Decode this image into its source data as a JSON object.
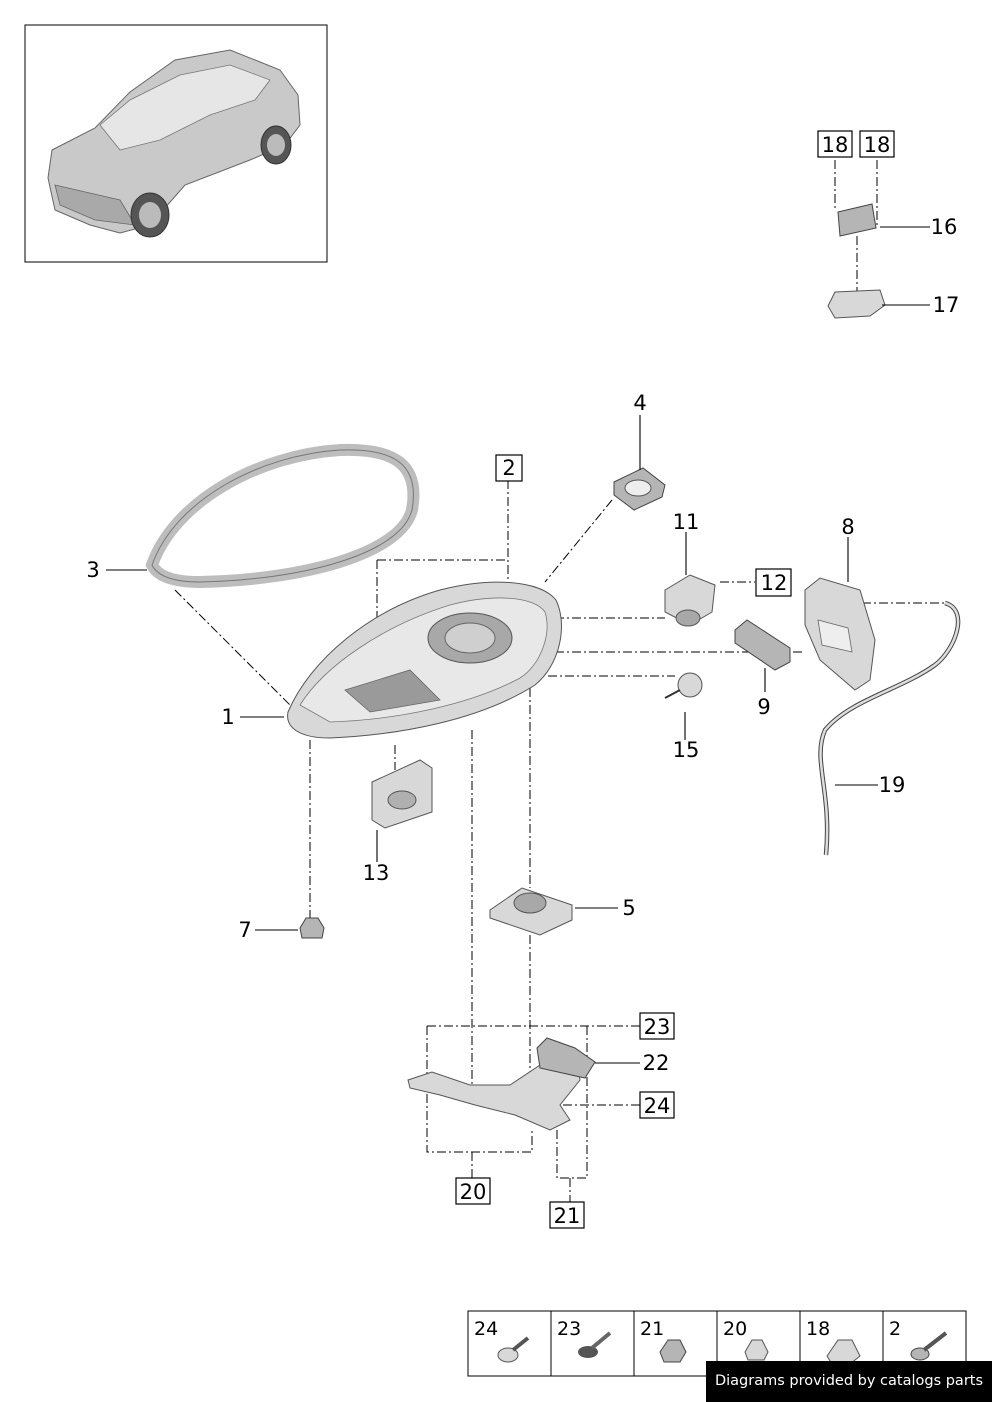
{
  "callouts": {
    "c1": "1",
    "c2": "2",
    "c3": "3",
    "c4": "4",
    "c5": "5",
    "c7": "7",
    "c8": "8",
    "c9": "9",
    "c11": "11",
    "c12": "12",
    "c13": "13",
    "c15": "15",
    "c16": "16",
    "c17": "17",
    "c18a": "18",
    "c18b": "18",
    "c19": "19",
    "c20": "20",
    "c21": "21",
    "c22": "22",
    "c23": "23",
    "c24": "24"
  },
  "legend": [
    "24",
    "23",
    "21",
    "20",
    "18",
    "2"
  ],
  "footer": {
    "credit": "Diagrams provided by catalogs parts"
  }
}
